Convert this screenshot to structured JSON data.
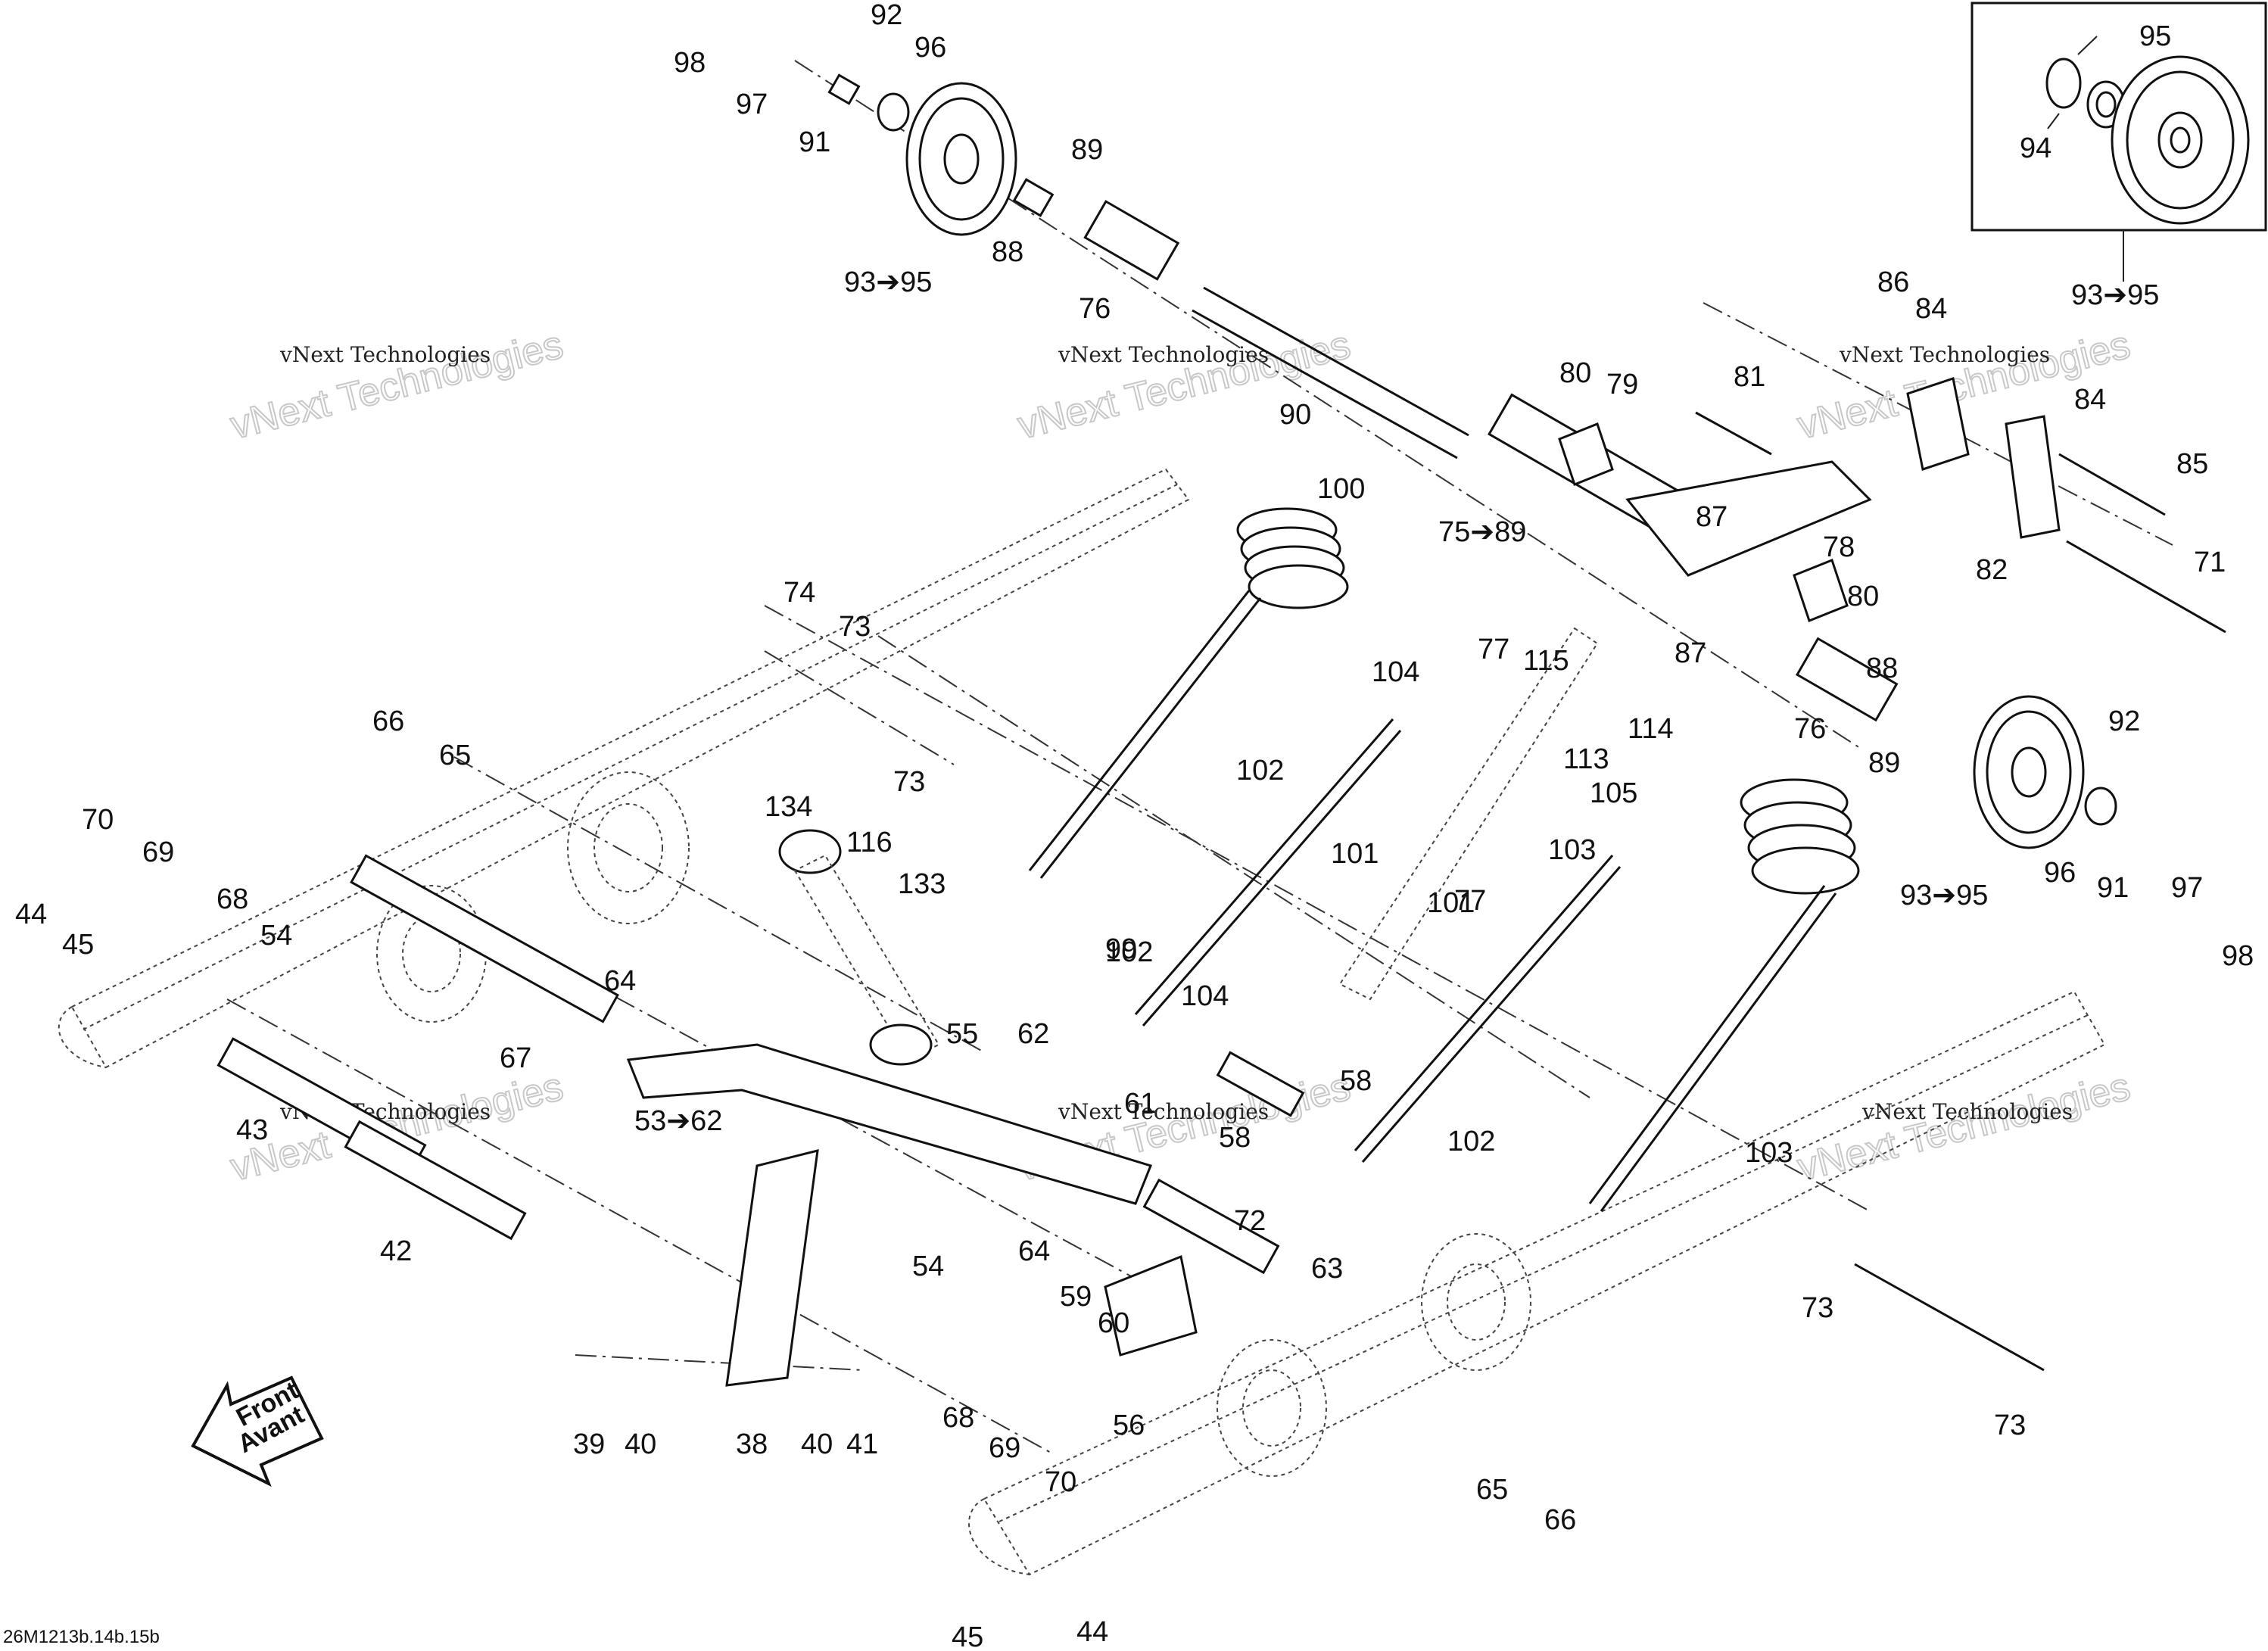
{
  "watermarks": {
    "small": "vNext Technologies",
    "big": "vNext Technologies"
  },
  "reference_code": "26M1213b.14b.15b",
  "front_arrow": {
    "line1": "Front",
    "line2": "Avant"
  },
  "inset_labels": [
    "95",
    "94",
    "93➔95"
  ],
  "part_labels": [
    "98",
    "97",
    "92",
    "96",
    "91",
    "93➔95",
    "89",
    "88",
    "76",
    "90",
    "86",
    "84",
    "84",
    "85",
    "81",
    "80",
    "79",
    "75➔89",
    "87",
    "82",
    "71",
    "78",
    "80",
    "87",
    "114",
    "76",
    "88",
    "89",
    "92",
    "96",
    "91",
    "97",
    "98",
    "93➔95",
    "100",
    "74",
    "73",
    "73",
    "66",
    "65",
    "70",
    "69",
    "68",
    "54",
    "64",
    "67",
    "44",
    "45",
    "43",
    "42",
    "134",
    "116",
    "133",
    "55",
    "62",
    "53➔62",
    "61",
    "102",
    "104",
    "77",
    "115",
    "113",
    "102",
    "101",
    "105",
    "77",
    "103",
    "101",
    "99",
    "104",
    "58",
    "58",
    "102",
    "103",
    "73",
    "73",
    "72",
    "63",
    "64",
    "59",
    "60",
    "56",
    "54",
    "68",
    "69",
    "70",
    "39",
    "40",
    "38",
    "40",
    "41",
    "65",
    "66",
    "45",
    "44"
  ]
}
